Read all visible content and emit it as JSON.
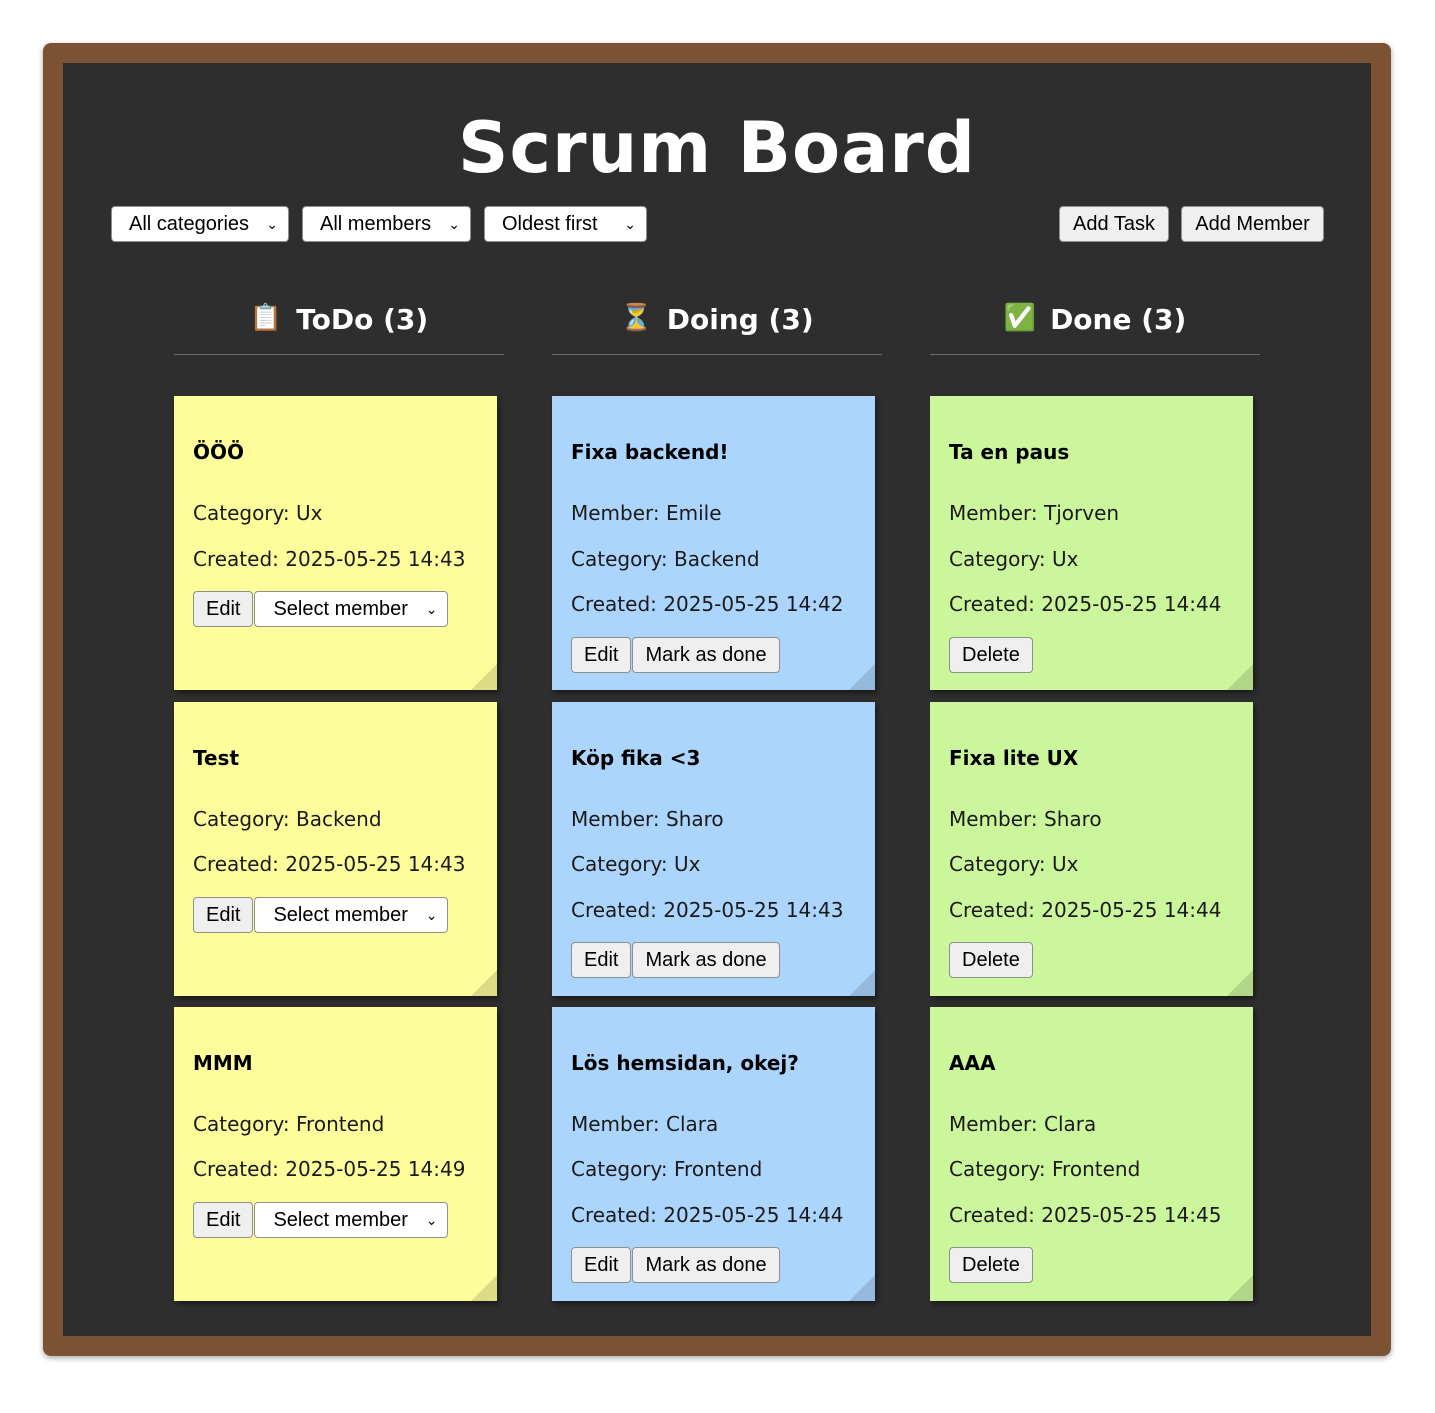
{
  "title": "Scrum Board",
  "filters": {
    "category": "All categories",
    "member": "All members",
    "sort": "Oldest first"
  },
  "actions": {
    "add_task": "Add Task",
    "add_member": "Add Member"
  },
  "icons": {
    "chevron": "chevron-down-icon",
    "todo": "clipboard-icon",
    "doing": "hourglass-icon",
    "done": "check-mark-icon"
  },
  "columns": {
    "todo": {
      "icon": "📋",
      "label": "ToDo (3)",
      "cards": [
        {
          "title": "ÖÖÖ",
          "category": "Category: Ux",
          "created": "Created: 2025-05-25 14:43",
          "edit": "Edit",
          "select": "Select member"
        },
        {
          "title": "Test",
          "category": "Category: Backend",
          "created": "Created: 2025-05-25 14:43",
          "edit": "Edit",
          "select": "Select member"
        },
        {
          "title": "MMM",
          "category": "Category: Frontend",
          "created": "Created: 2025-05-25 14:49",
          "edit": "Edit",
          "select": "Select member"
        }
      ]
    },
    "doing": {
      "icon": "⏳",
      "label": "Doing (3)",
      "cards": [
        {
          "title": "Fixa backend!",
          "member": "Member: Emile",
          "category": "Category: Backend",
          "created": "Created: 2025-05-25 14:42",
          "edit": "Edit",
          "done": "Mark as done"
        },
        {
          "title": "Köp fika <3",
          "member": "Member: Sharo",
          "category": "Category: Ux",
          "created": "Created: 2025-05-25 14:43",
          "edit": "Edit",
          "done": "Mark as done"
        },
        {
          "title": "Lös hemsidan, okej?",
          "member": "Member: Clara",
          "category": "Category: Frontend",
          "created": "Created: 2025-05-25 14:44",
          "edit": "Edit",
          "done": "Mark as done"
        }
      ]
    },
    "done": {
      "icon": "✅",
      "label": "Done (3)",
      "cards": [
        {
          "title": "Ta en paus",
          "member": "Member: Tjorven",
          "category": "Category: Ux",
          "created": "Created: 2025-05-25 14:44",
          "delete": "Delete"
        },
        {
          "title": "Fixa lite UX",
          "member": "Member: Sharo",
          "category": "Category: Ux",
          "created": "Created: 2025-05-25 14:44",
          "delete": "Delete"
        },
        {
          "title": "AAA",
          "member": "Member: Clara",
          "category": "Category: Frontend",
          "created": "Created: 2025-05-25 14:45",
          "delete": "Delete"
        }
      ]
    }
  },
  "colors": {
    "todo": "#fdfd9c",
    "doing": "#acd5fd",
    "done": "#ccf69b",
    "board": "#2e2e2e",
    "frame": "#7b5233"
  }
}
